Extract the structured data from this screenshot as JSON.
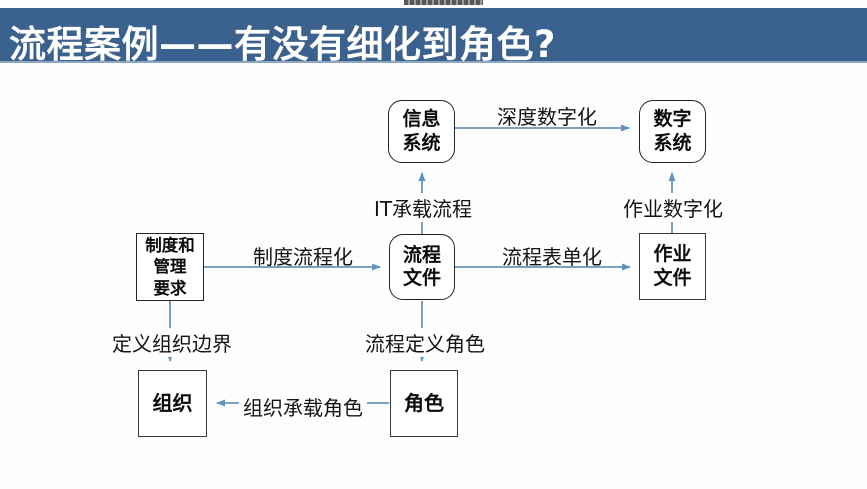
{
  "header": {
    "title": "流程案例——有没有细化到角色?"
  },
  "colors": {
    "header_bg": "#3b618e",
    "header_text": "#ffffff",
    "connector_line": "#7ba1c2",
    "arrowhead": "#5f93c2",
    "box_border": "#242424",
    "box_bg": "#ffffff",
    "label_text": "#141414"
  },
  "diagram": {
    "nodes": {
      "info_system": "信息\n系统",
      "digital_system": "数字\n系统",
      "policy_req": "制度和\n管理\n要求",
      "process_doc": "流程\n文件",
      "work_doc": "作业\n文件",
      "organization": "组织",
      "role": "角色"
    },
    "edge_labels": {
      "deep_digitalization": "深度数字化",
      "it_carries_process": "IT承载流程",
      "work_digitalization": "作业数字化",
      "policy_to_process": "制度流程化",
      "process_to_form": "流程表单化",
      "define_org_boundary": "定义组织边界",
      "process_defines_role": "流程定义角色",
      "org_carries_role": "组织承载角色"
    }
  }
}
